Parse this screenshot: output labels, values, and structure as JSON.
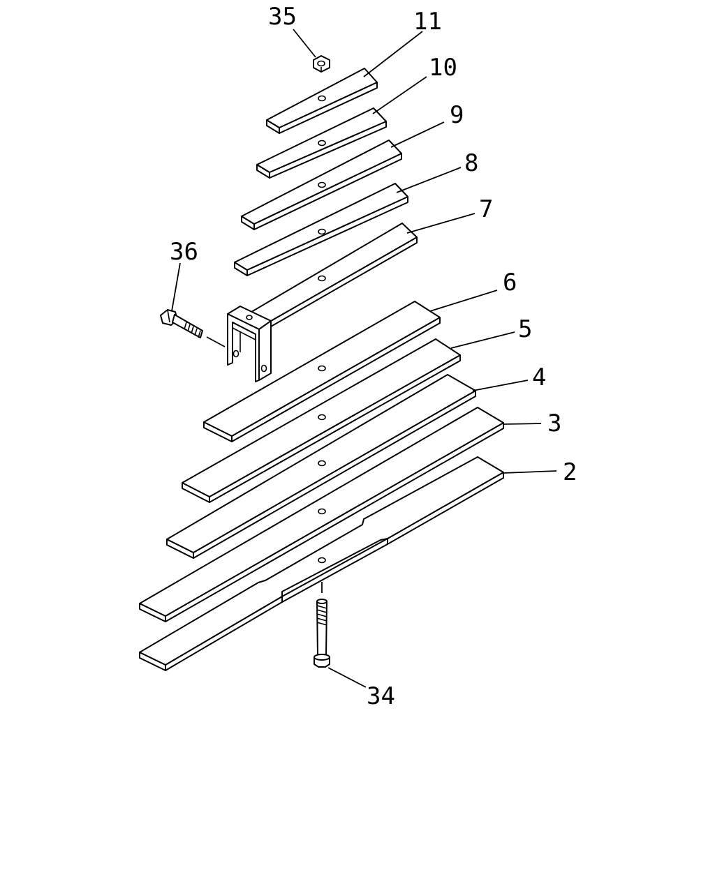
{
  "callouts": {
    "leaf_11": "11",
    "leaf_10": "10",
    "leaf_9": "9",
    "leaf_8": "8",
    "leaf_7": "7",
    "leaf_6": "6",
    "leaf_5": "5",
    "leaf_4": "4",
    "leaf_3": "3",
    "leaf_2": "2",
    "nut": "35",
    "bracket_bolt": "36",
    "center_bolt": "34"
  }
}
